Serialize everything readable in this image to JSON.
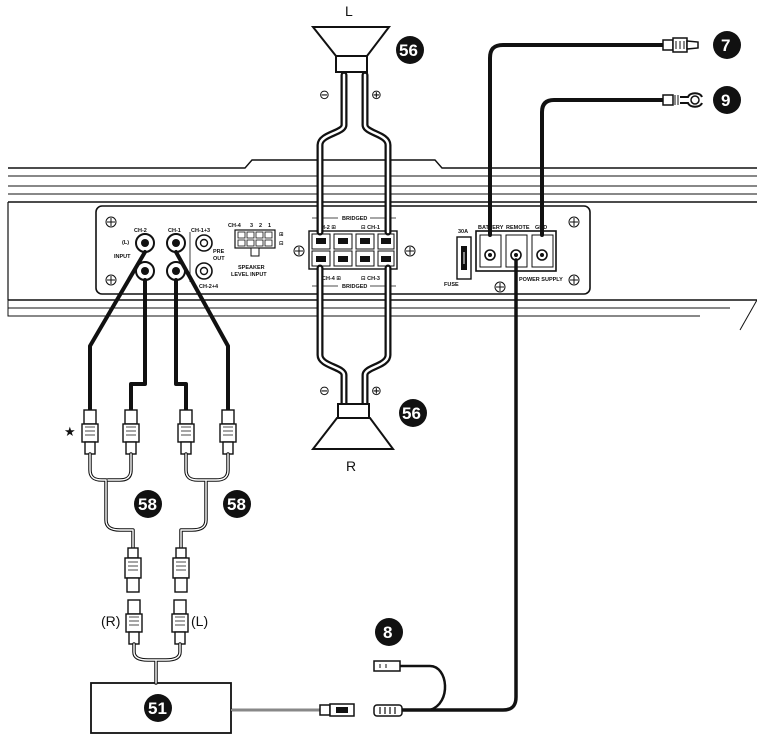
{
  "speaker_left": {
    "label": "L",
    "callout": "56"
  },
  "speaker_right": {
    "label": "R",
    "callout": "56"
  },
  "polarity": {
    "minus": "⊖",
    "plus": "⊕"
  },
  "callouts": {
    "battery_cable": "7",
    "ground_cable": "9",
    "remote_cable": "8",
    "rca_y_left": "58",
    "rca_y_right": "58",
    "head_unit": "51"
  },
  "amp_panel": {
    "input_label": "INPUT",
    "input_left_marker": "(L)",
    "ch2": "CH-2",
    "ch1": "CH-1",
    "ch13": "CH-1+3",
    "ch24": "CH-2+4",
    "pre_out_1": "PRE",
    "pre_out_2": "OUT",
    "speaker_level_ch4": "CH-4",
    "speaker_level_nums": [
      "3",
      "2",
      "1"
    ],
    "speaker_level_1": "SPEAKER",
    "speaker_level_2": "LEVEL INPUT",
    "bridged_top": "BRIDGED",
    "bridged_bottom": "BRIDGED",
    "term_ch2": "CH-2 ⊞",
    "term_ch1": "⊟ CH-1",
    "term_ch4": "CH-4 ⊞",
    "term_ch3": "⊟ CH-3",
    "fuse_rating": "30A",
    "fuse_label": "FUSE",
    "battery": "BATTERY",
    "remote": "REMOTE",
    "gnd": "GND",
    "power_supply": "POWER SUPPLY"
  },
  "rca": {
    "star": "★",
    "right_label": "(R)",
    "left_label": "(L)"
  }
}
